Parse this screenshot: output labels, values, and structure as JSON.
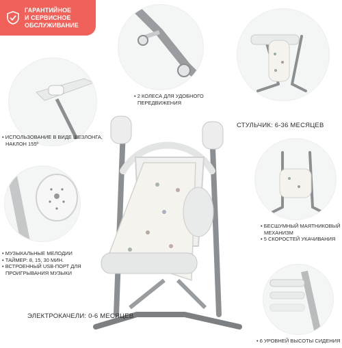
{
  "badge": {
    "line1": "ГАРАНТИЙНОЕ",
    "line2": "И СЕРВИСНОЕ",
    "line3": "ОБСЛУЖИВАНИЕ",
    "icon": "shield-check-icon",
    "color": "#f0615a"
  },
  "features": {
    "wheels": {
      "line1": "• 2 КОЛЕСА ДЛЯ УДОБНОГО",
      "line2": "ПЕРЕДВИЖЕНИЯ"
    },
    "chair": {
      "text": "СТУЛЬЧИК: 6-36 МЕСЯЦЕВ"
    },
    "lounger": {
      "line1": "• ИСПОЛЬЗОВАНИЕ В ВИДЕ ШЕЗЛОНГА,",
      "line2": "НАКЛОН 155º"
    },
    "pendulum": {
      "line1": "• БЕСШУМНЫЙ МАЯТНИКОВЫЙ",
      "line2": "МЕХАНИЗМ",
      "line3": "• 5 СКОРОСТЕЙ УКАЧИВАНИЯ"
    },
    "music": {
      "line1": "• МУЗЫКАЛЬНЫЕ МЕЛОДИИ",
      "line2": "• ТАЙМЕР: 8, 15, 30 МИН.",
      "line3": "• ВСТРОЕННЫЙ USB-ПОРТ ДЛЯ",
      "line4": "ПРОИГРЫВАНИЯ МУЗЫКИ"
    },
    "swing": {
      "text": "ЭЛЕКТРОКАЧЕЛИ: 0-6 МЕСЯЦЕВ"
    },
    "height": {
      "text": "• 6 УРОВНЕЙ ВЫСОТЫ СИДЕНИЯ"
    }
  },
  "colors": {
    "frame": "#8c8f92",
    "plastic": "#e9eaea",
    "fabric": "#f5f3ee"
  }
}
